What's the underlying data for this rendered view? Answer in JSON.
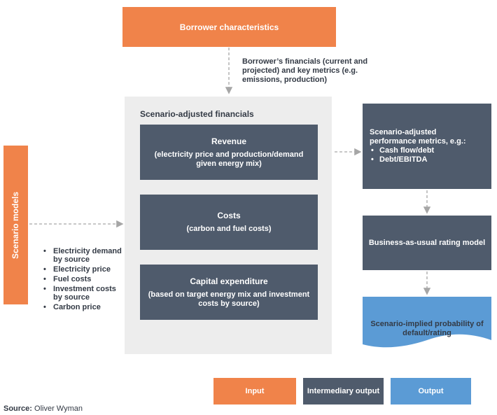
{
  "borrower": {
    "title": "Borrower characteristics",
    "note": "Borrower’s financials (current and projected) and key metrics (e.g. emissions, production)"
  },
  "panel": {
    "title": "Scenario-adjusted financials",
    "revenue": {
      "title": "Revenue",
      "sub": "(electricity price and production/demand given energy mix)"
    },
    "costs": {
      "title": "Costs",
      "sub": "(carbon and fuel costs)"
    },
    "capex": {
      "title": "Capital expenditure",
      "sub": "(based on target energy mix and investment costs by source)"
    }
  },
  "scenario": {
    "title": "Scenario models",
    "items": [
      "Electricity demand by source",
      "Electricity price",
      "Fuel costs",
      "Investment costs by source",
      "Carbon price"
    ]
  },
  "metrics": {
    "title": "Scenario-adjusted performance metrics, e.g.:",
    "items": [
      "Cash flow/debt",
      "Debt/EBITDA"
    ]
  },
  "bau": {
    "title": "Business-as-usual rating model"
  },
  "output": {
    "title": "Scenario-implied probability of default/rating"
  },
  "legend": {
    "input": "Input",
    "intermediary": "Intermediary output",
    "output": "Output"
  },
  "source": {
    "label": "Source:",
    "text": "Oliver Wyman"
  },
  "colors": {
    "input": "#f0834a",
    "intermediary": "#4f5b6c",
    "output": "#5b9bd5",
    "panel": "#ededed",
    "arrow": "#a6a6a6"
  }
}
